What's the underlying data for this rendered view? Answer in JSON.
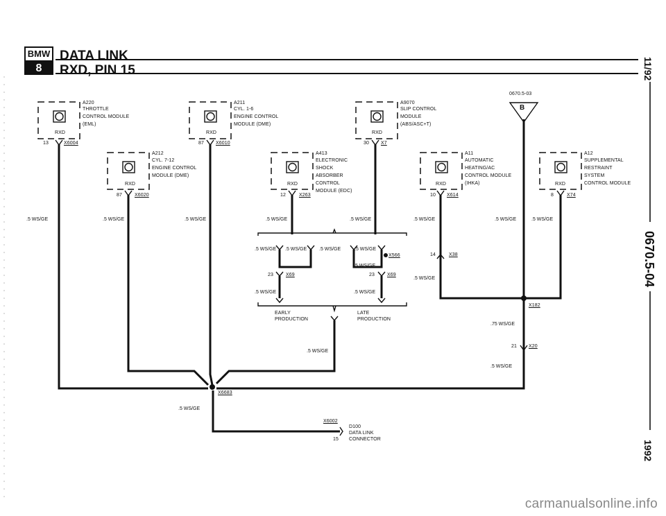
{
  "header": {
    "logo_top": "BMW",
    "logo_bottom": "8",
    "title": "DATA LINK",
    "subtitle": "RXD, PIN 15"
  },
  "side": {
    "date": "11/92",
    "code": "0670.5-04",
    "year": "1992"
  },
  "ref": "0670.5-03",
  "ground_letter": "B",
  "modules": [
    {
      "id": "A220",
      "lines": [
        "THROTTLE",
        "CONTROL MODULE",
        "(EML)"
      ],
      "rxd": "RXD",
      "pin": "13",
      "conn": "X6004"
    },
    {
      "id": "A212",
      "lines": [
        "CYL. 7-12",
        "ENGINE CONTROL",
        "MODULE (DME)"
      ],
      "rxd": "RXD",
      "pin": "87",
      "conn": "X6020"
    },
    {
      "id": "A211",
      "lines": [
        "CYL. 1-6",
        "ENGINE CONTROL",
        "MODULE (DME)"
      ],
      "rxd": "RXD",
      "pin": "87",
      "conn": "X6010"
    },
    {
      "id": "A413",
      "lines": [
        "ELECTRONIC",
        "SHOCK",
        "ABSORBER",
        "CONTROL",
        "MODULE (EDC)"
      ],
      "rxd": "RXD",
      "pin": "12",
      "conn": "X263"
    },
    {
      "id": "A9070",
      "lines": [
        "SLIP CONTROL",
        "MODULE",
        "(ABS/ASC+T)"
      ],
      "rxd": "RXD",
      "pin": "30",
      "conn": "X7"
    },
    {
      "id": "A11",
      "lines": [
        "AUTOMATIC",
        "HEATING/AC",
        "CONTROL MODULE",
        "(IHKA)"
      ],
      "rxd": "RXD",
      "pin": "10",
      "conn": "X614"
    },
    {
      "id": "A12",
      "lines": [
        "SUPPLEMENTAL",
        "RESTRAINT",
        "SYSTEM",
        "CONTROL MODULE"
      ],
      "rxd": "RXD",
      "pin": "8",
      "conn": "X74"
    }
  ],
  "wire": ".5 WS/GE",
  "wire_75": ".75 WS/GE",
  "connectors": {
    "x566": "X566",
    "x69": "X69",
    "x69_pin": "23",
    "x38": "X38",
    "x38_pin": "14",
    "x182": "X182",
    "x20": "X20",
    "x20_pin": "21",
    "x6683": "X6683",
    "x6002": "X6002",
    "d100": "D100",
    "dl_label": "DATA LINK",
    "dl_conn": "CONNECTOR",
    "dl_pin": "15"
  },
  "production": {
    "early1": "EARLY",
    "early2": "PRODUCTION",
    "late1": "LATE",
    "late2": "PRODUCTION"
  },
  "watermark": "carmanualsonline.info"
}
